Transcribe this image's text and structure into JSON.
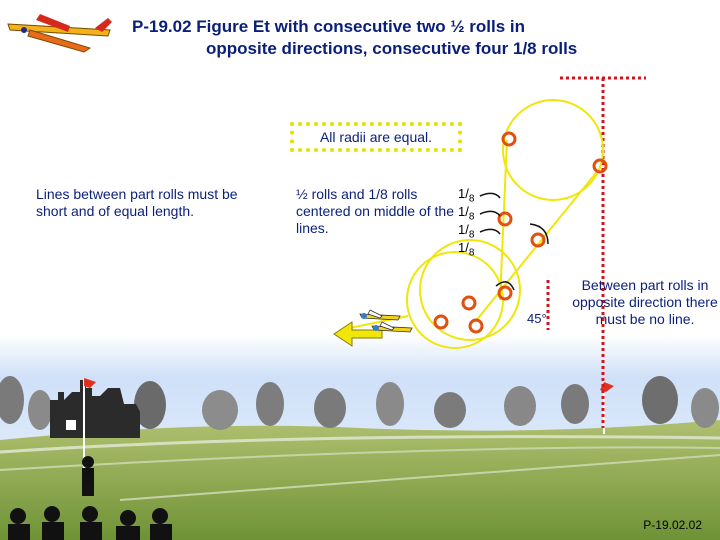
{
  "title": {
    "line1": "P-19.02 Figure Et with consecutive two ½ rolls in",
    "line2": "opposite directions, consecutive four 1/8 rolls"
  },
  "radii_note": "All radii are equal.",
  "left_note": "Lines between part rolls must be short and of equal length.",
  "mid_note": "½ rolls and 1/8 rolls centered on middle of the lines.",
  "right_note": "Between part rolls in opposite direction there must be no line.",
  "angle_label": "45°",
  "eighth_labels": {
    "num": "1",
    "den": "8"
  },
  "footer": "P-19.02.02",
  "colors": {
    "sky_top": "#1d5fd1",
    "sky_bottom": "#eef5ff",
    "ground": "#8aa64a",
    "loop_line": "#f0e60a",
    "vertical_line": "#d0141e",
    "roll_marker": "#e05010",
    "arrow": "#f0e60a",
    "text": "#0a1f7a"
  }
}
